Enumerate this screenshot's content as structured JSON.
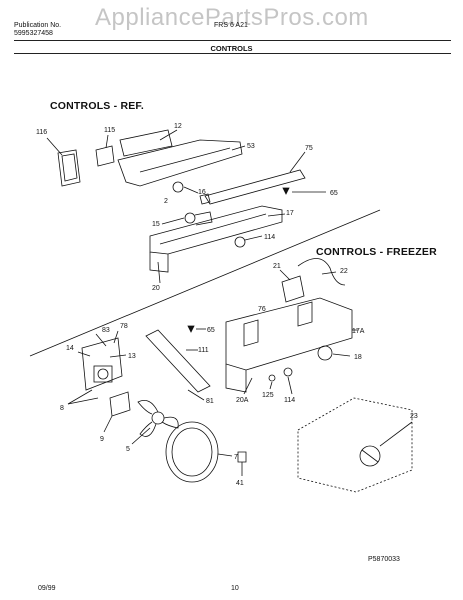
{
  "watermark": "AppliancePartsPros.com",
  "header": {
    "publication_label": "Publication No.",
    "publication_number": "5995327458",
    "model": "FRS 6 A21",
    "page_title": "CONTROLS"
  },
  "sections": {
    "ref": "CONTROLS - REF.",
    "freezer": "CONTROLS - FREEZER"
  },
  "callouts": {
    "c116": "116",
    "c115": "115",
    "c12": "12",
    "c53": "53",
    "c75": "75",
    "c65a": "65",
    "c16": "16",
    "c2": "2",
    "c15": "15",
    "c17": "17",
    "c114a": "114",
    "c20": "20",
    "c21": "21",
    "c22": "22",
    "c65b": "65",
    "c76": "76",
    "c17a": "17A",
    "c18": "18",
    "c83": "83",
    "c78": "78",
    "c14": "14",
    "c13": "13",
    "c111": "111",
    "c81": "81",
    "c8": "8",
    "c9": "9",
    "c5": "5",
    "c7": "7",
    "c41": "41",
    "c20a": "20A",
    "c125": "125",
    "c114b": "114",
    "c23": "23"
  },
  "footer": {
    "date": "09/99",
    "page_number": "10",
    "diagram_code": "P5870033"
  }
}
